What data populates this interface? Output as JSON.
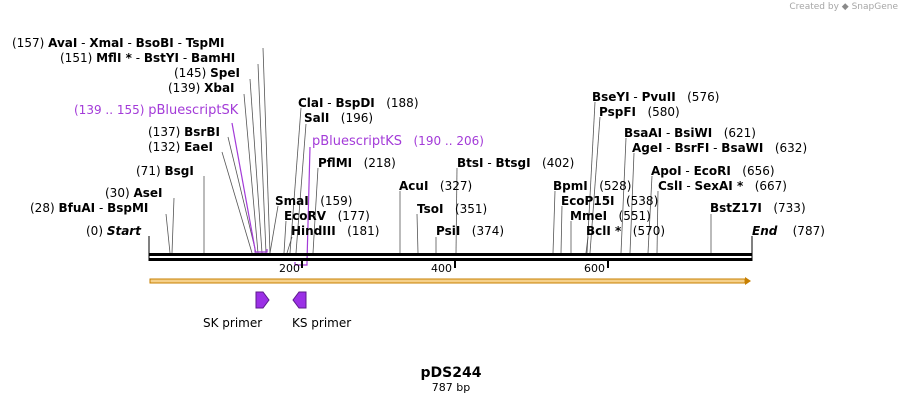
{
  "watermark": {
    "text": "Created by",
    "brand": "SnapGene"
  },
  "plasmid": {
    "name": "pDS244",
    "length_label": "787 bp"
  },
  "ends": {
    "start": "Start",
    "start_pos": "(0)",
    "end": "End",
    "end_pos": "(787)"
  },
  "ticks": [
    "200",
    "400",
    "600"
  ],
  "enzymes_left": [
    {
      "pos": "(157)",
      "names": [
        "AvaI",
        "XmaI",
        "BsoBI",
        "TspMI"
      ]
    },
    {
      "pos": "(151)",
      "names": [
        "MflI *",
        "BstYI",
        "BamHI"
      ]
    },
    {
      "pos": "(145)",
      "names": [
        "SpeI"
      ]
    },
    {
      "pos": "(139)",
      "names": [
        "XbaI"
      ]
    },
    {
      "pos": "(137)",
      "names": [
        "BsrBI"
      ]
    },
    {
      "pos": "(132)",
      "names": [
        "EaeI"
      ]
    },
    {
      "pos": "(71)",
      "names": [
        "BsgI"
      ]
    },
    {
      "pos": "(30)",
      "names": [
        "AseI"
      ]
    },
    {
      "pos": "(28)",
      "names": [
        "BfuAI",
        "BspMI"
      ]
    }
  ],
  "enzymes_right": [
    {
      "pos": "(188)",
      "names": [
        "ClaI",
        "BspDI"
      ]
    },
    {
      "pos": "(196)",
      "names": [
        "SalI"
      ]
    },
    {
      "pos": "(218)",
      "names": [
        "PflMI"
      ]
    },
    {
      "pos": "(159)",
      "names": [
        "SmaI"
      ]
    },
    {
      "pos": "(177)",
      "names": [
        "EcoRV"
      ]
    },
    {
      "pos": "(181)",
      "names": [
        "HindIII"
      ]
    },
    {
      "pos": "(327)",
      "names": [
        "AcuI"
      ]
    },
    {
      "pos": "(351)",
      "names": [
        "TsoI"
      ]
    },
    {
      "pos": "(374)",
      "names": [
        "PsiI"
      ]
    },
    {
      "pos": "(402)",
      "names": [
        "BtsI",
        "BtsgI"
      ]
    },
    {
      "pos": "(576)",
      "names": [
        "BseYI",
        "PvuII"
      ]
    },
    {
      "pos": "(580)",
      "names": [
        "PspFI"
      ]
    },
    {
      "pos": "(621)",
      "names": [
        "BsaAI",
        "BsiWI"
      ]
    },
    {
      "pos": "(632)",
      "names": [
        "AgeI",
        "BsrFI",
        "BsaWI"
      ]
    },
    {
      "pos": "(656)",
      "names": [
        "ApoI",
        "EcoRI"
      ]
    },
    {
      "pos": "(667)",
      "names": [
        "CslI",
        "SexAI *"
      ]
    },
    {
      "pos": "(528)",
      "names": [
        "BpmI"
      ]
    },
    {
      "pos": "(538)",
      "names": [
        "EcoP15I"
      ]
    },
    {
      "pos": "(551)",
      "names": [
        "MmeI"
      ]
    },
    {
      "pos": "(570)",
      "names": [
        "BclI *"
      ]
    },
    {
      "pos": "(733)",
      "names": [
        "BstZ17I"
      ]
    }
  ],
  "features": [
    {
      "name": "pBluescriptSK",
      "range": "(139 .. 155)"
    },
    {
      "name": "pBluescriptKS",
      "range": "(190 .. 206)"
    }
  ],
  "primers": [
    {
      "name": "SK primer"
    },
    {
      "name": "KS primer"
    }
  ],
  "colors": {
    "feature": "#a33bd8",
    "orf_fill": "#f5d08a",
    "orf_stroke": "#c77f00",
    "backbone": "#000000"
  }
}
